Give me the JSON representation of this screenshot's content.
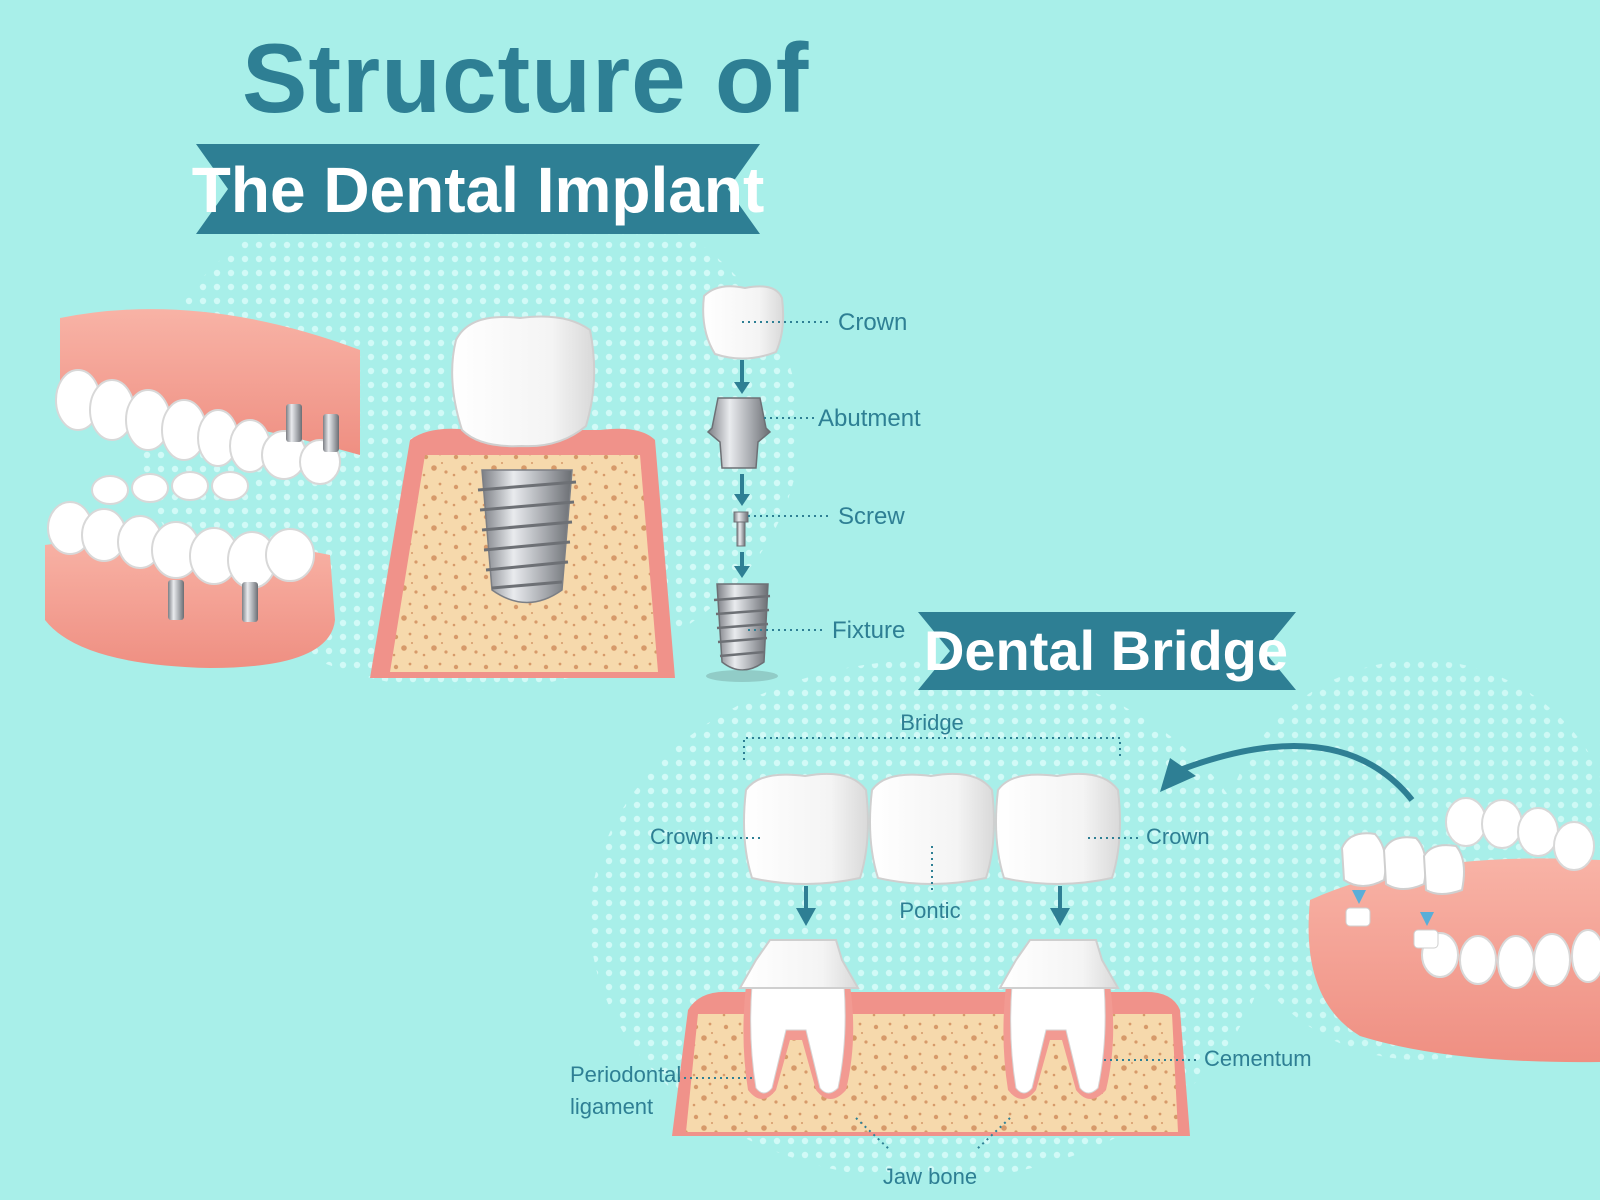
{
  "title": {
    "line1": "Structure of",
    "banner": "The Dental Implant"
  },
  "implant_labels": {
    "crown": "Crown",
    "abutment": "Abutment",
    "screw": "Screw",
    "fixture": "Fixture"
  },
  "bridge": {
    "banner": "Dental Bridge",
    "labels": {
      "bridge": "Bridge",
      "crown_left": "Crown",
      "crown_right": "Crown",
      "pontic": "Pontic",
      "cementum": "Cementum",
      "periodontal_1": "Periodontal",
      "periodontal_2": "ligament",
      "jaw_bone": "Jaw bone"
    }
  },
  "colors": {
    "background": "#a8efe9",
    "accent": "#2e7f94",
    "gum": "#f7a79a",
    "bone": "#f5d7a8",
    "tooth": "#ffffff"
  }
}
